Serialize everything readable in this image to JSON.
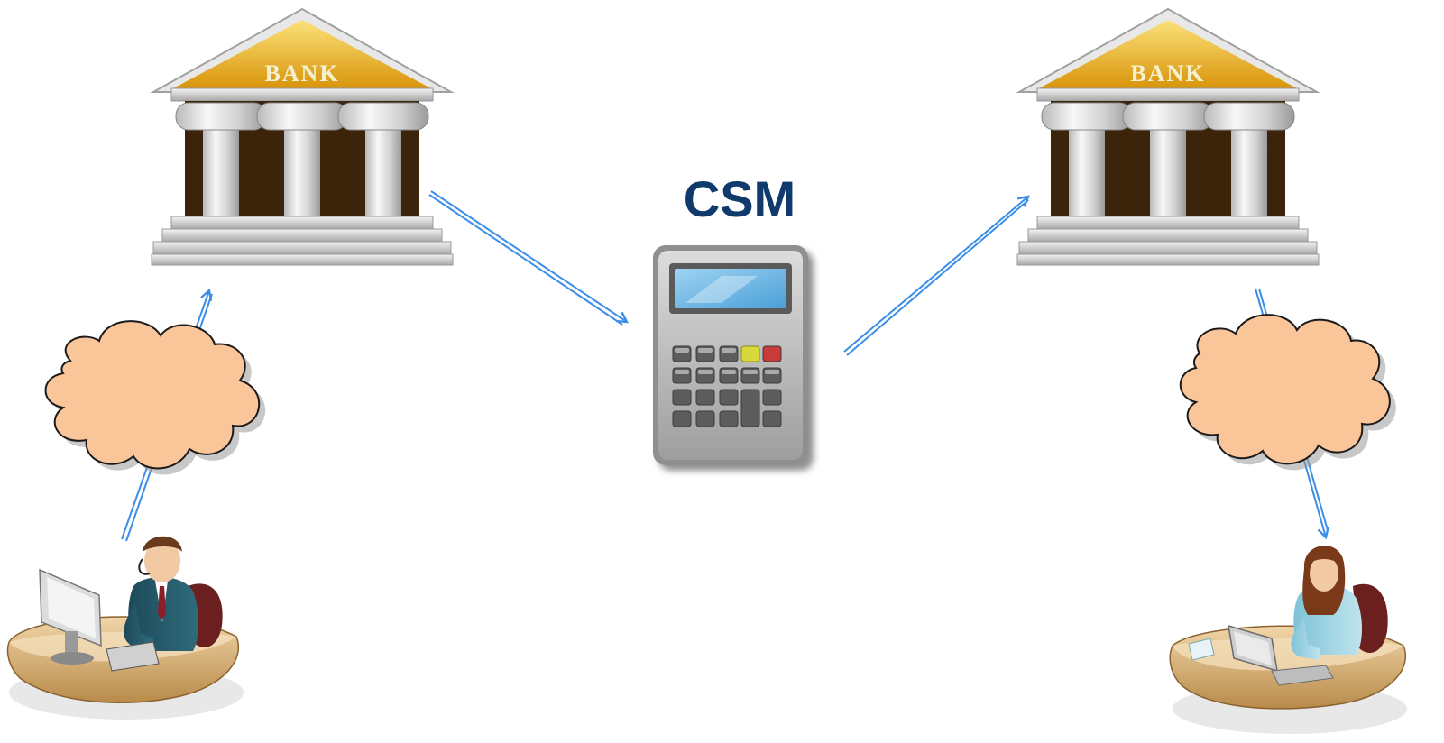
{
  "labels": {
    "left_bank": "BANK",
    "right_bank": "BANK",
    "csm": "CSM"
  },
  "icons": {
    "left_bank": "bank-building-icon",
    "right_bank": "bank-building-icon",
    "csm": "calculator-icon",
    "left_cloud": "cloud-icon",
    "right_cloud": "cloud-icon",
    "payer": "businessman-at-computer-icon",
    "payee": "businesswoman-at-laptop-icon"
  },
  "colors": {
    "arrow": "#3a8ee8",
    "cloud_fill": "#fbc59a",
    "csm_text": "#0f3a6b",
    "bank_roof": "#f2b50a"
  }
}
